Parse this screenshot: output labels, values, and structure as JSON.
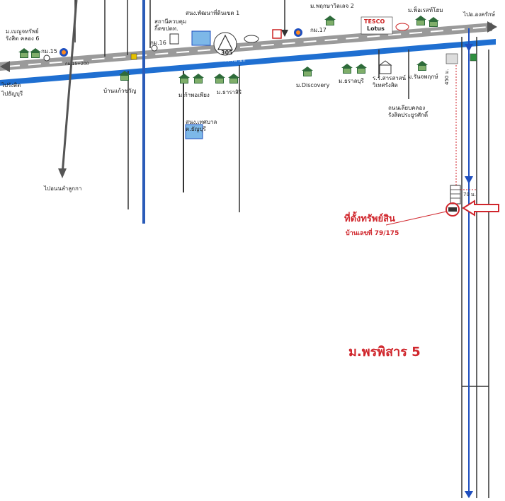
{
  "map": {
    "highway_label": "ถนนรังสิต-นครนายก",
    "road_code": "305",
    "km_markers": {
      "km15": "กม.15",
      "km16": "กม.16",
      "km17": "กม.17",
      "km15_200": "กม.15+200"
    },
    "places": {
      "benjasap": "ม.เบญจทรัพย์\nรังสิต คลอง 6",
      "police": "สถานีควบคุม\nกิ๊ดขปตท.",
      "phatthana": "สนง.พัฒนาที่ดินเขต 1",
      "pruksa": "ม.พฤกษาวิลเลจ 2",
      "tesco": "TESCO",
      "lotus": "Lotus",
      "porch": "ม.พ็อเรสท์โฮม",
      "to_ongkharak": "ไปอ.องครักษ์",
      "to_rangsit": "ไปรังสิต",
      "to_thanyaburi": "ไปธัญบุรี",
      "baan_kaew": "บ้านแก้วขวัญ",
      "to_lamlukka": "ไปอนนลำลูกกา",
      "kaset": "ม.ก้าพอเพียง",
      "tara": "ม.ธาราสิริ",
      "municipal": "สนง.เทศบาล\nต.ธัญบุรี",
      "discovery": "ม.Discovery",
      "thara_buri": "ม.ธราลบุรี",
      "school": "ร.ร.สารสาสน์\nวิเทศรังสิต",
      "rungruk": "ม.รันจพฤกษ์",
      "canal_road": "ถนนเลียบคลอง\nรังสิตประยูรศักดิ์",
      "dist_450": "450 ม.",
      "dist_70": "70 ม.",
      "village": "ม.พรพิสาร 5"
    },
    "target": {
      "title": "ที่ตั้งทรัพย์สิน",
      "address": "บ้านเลขที่ 79/175"
    },
    "colors": {
      "canal": "#1f6fd1",
      "road": "#8a8a8a",
      "marker": "#d0262c",
      "vertical_road": "#2a5bb8"
    }
  }
}
